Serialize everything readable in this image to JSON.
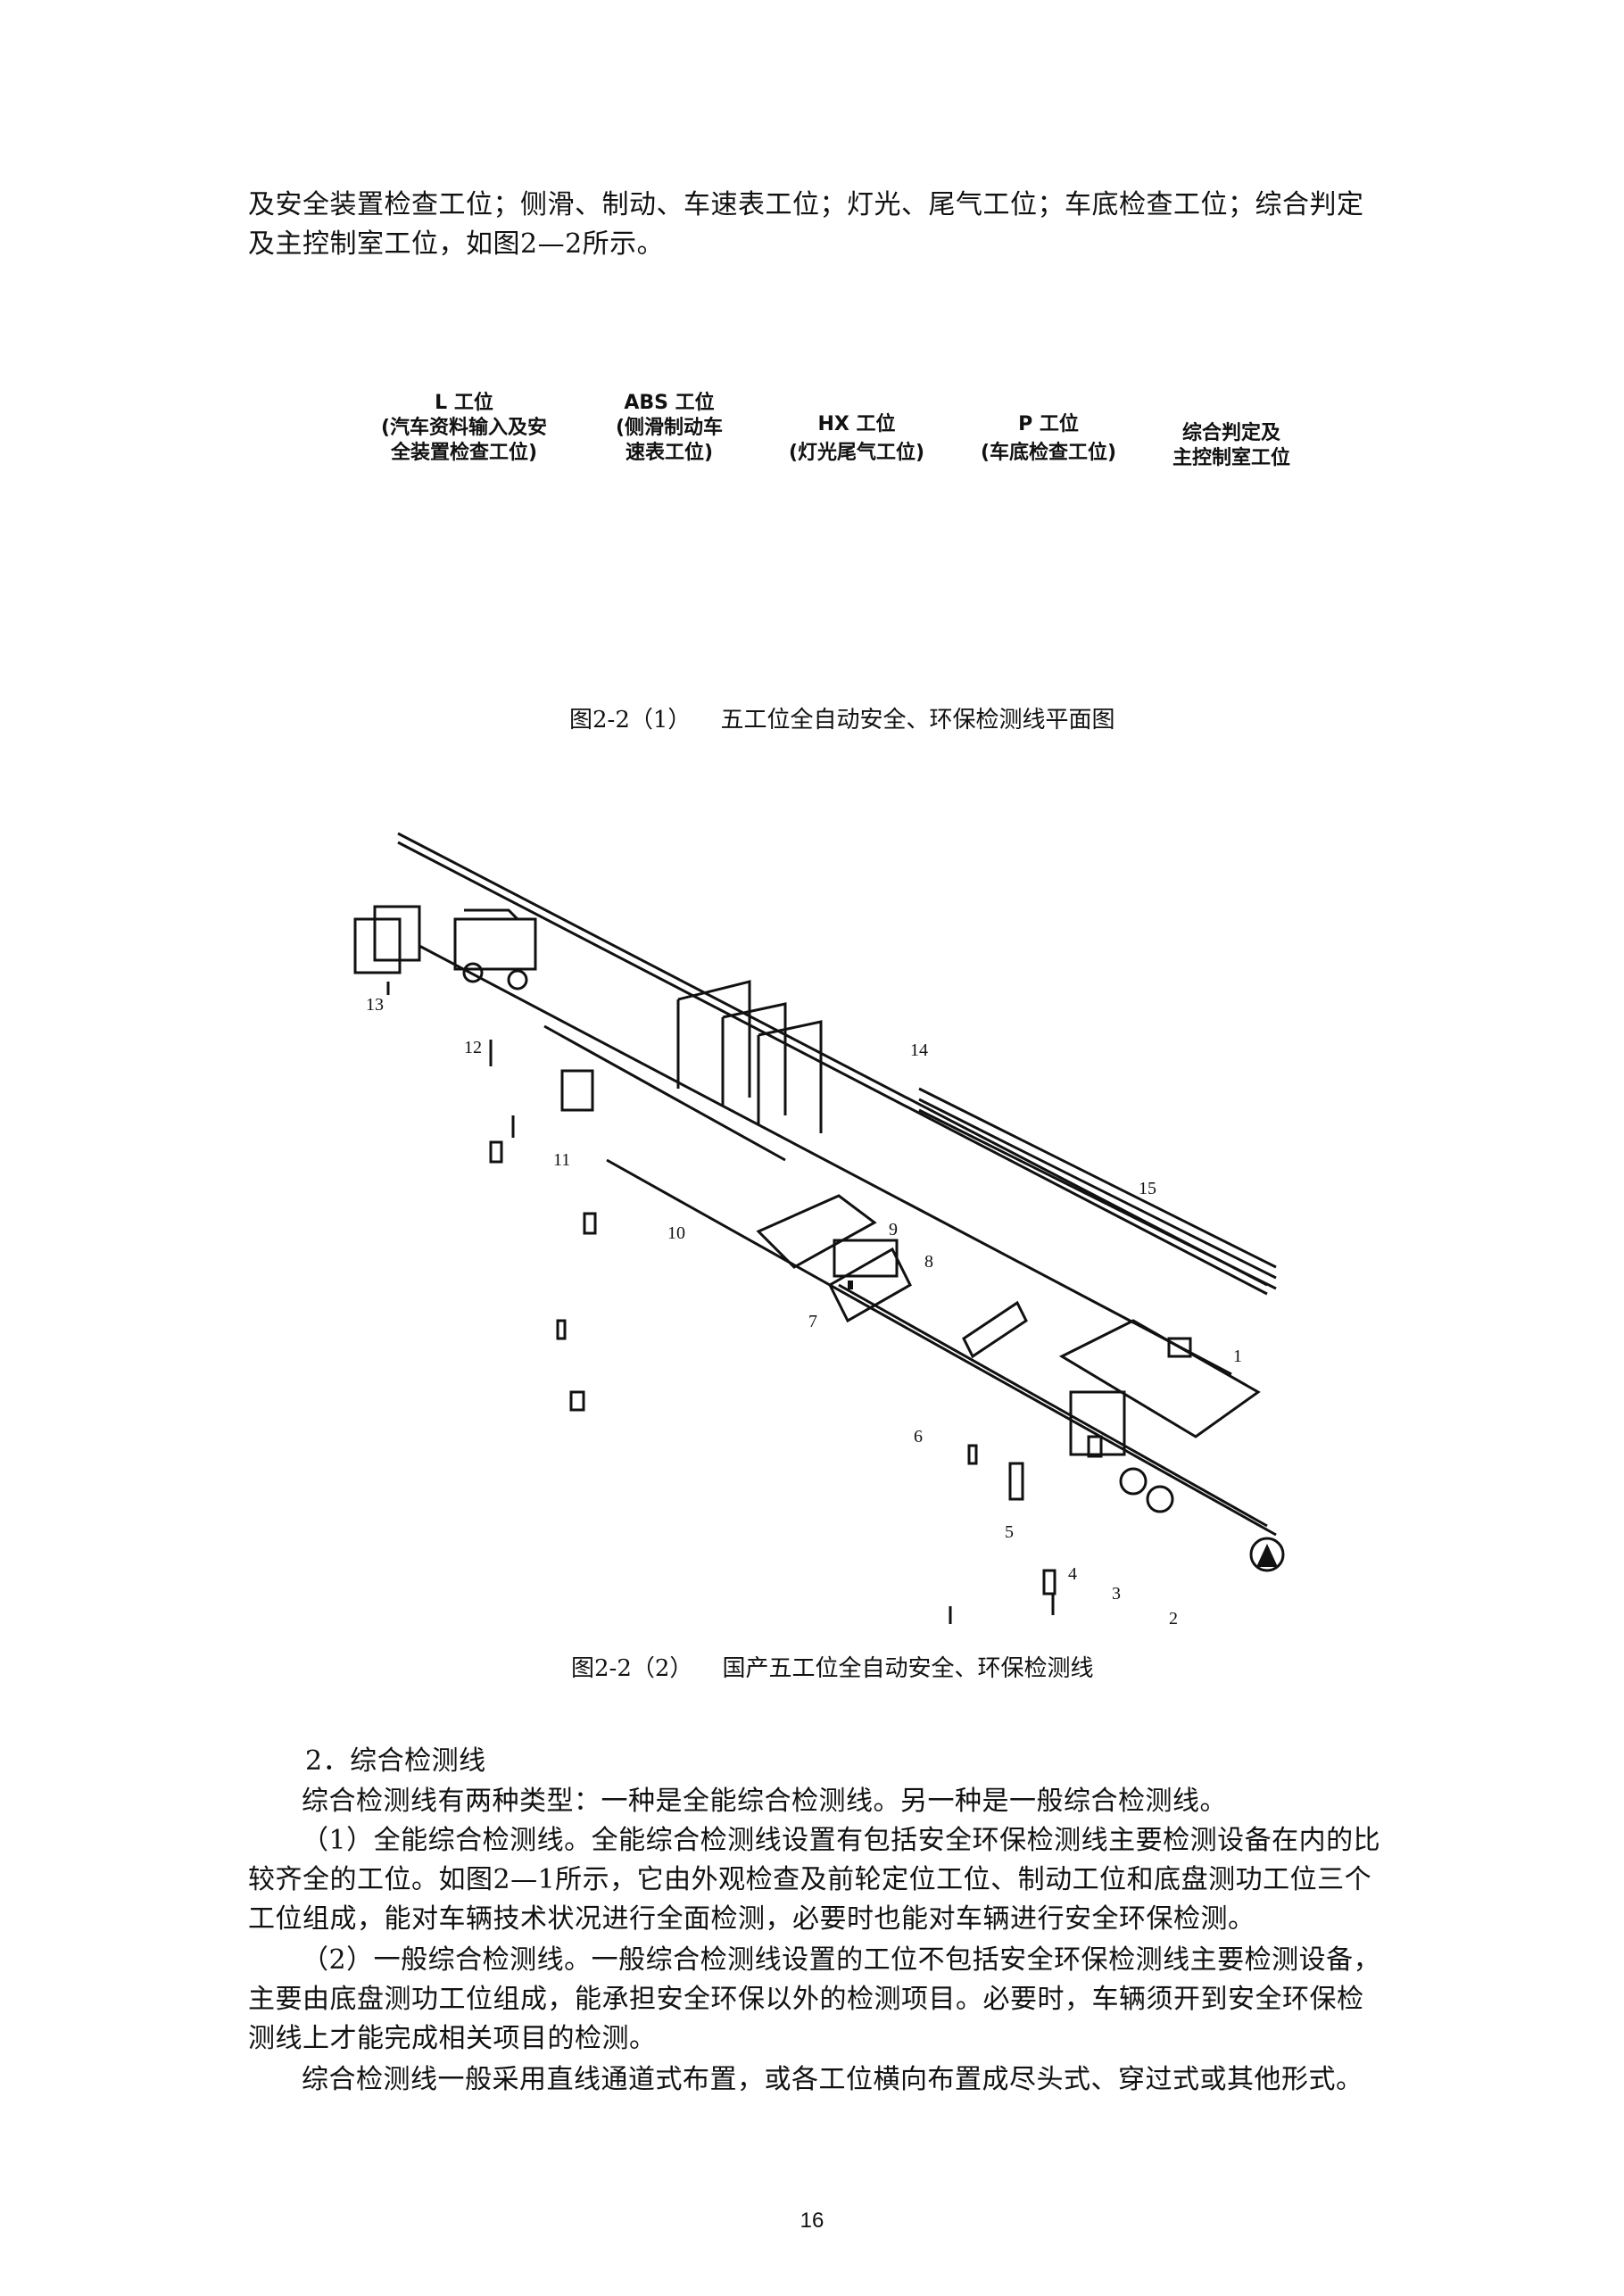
{
  "intro_text": "及安全装置检查工位；侧滑、制动、车速表工位；灯光、尾气工位；车底检查工位；综合判定及主控制室工位，如图2—2所示。",
  "figure1": {
    "stations": [
      {
        "code": "L 工位",
        "line1": "(汽车资料输入及安",
        "line2": "全装置检查工位)"
      },
      {
        "code": "ABS 工位",
        "line1": "(侧滑制动车",
        "line2": "速表工位)"
      },
      {
        "code": "HX 工位",
        "line1": "(灯光尾气工位)",
        "line2": ""
      },
      {
        "code": "P 工位",
        "line1": "(车底检查工位)",
        "line2": ""
      },
      {
        "code": "综合判定及",
        "line1": "主控制室工位",
        "line2": ""
      }
    ],
    "caption": "图2-2（1）    五工位全自动安全、环保检测线平面图"
  },
  "figure2": {
    "labels": [
      "1",
      "2",
      "3",
      "4",
      "5",
      "6",
      "7",
      "8",
      "9",
      "10",
      "11",
      "12",
      "13",
      "14",
      "15"
    ],
    "caption": "图2-2（2）    国产五工位全自动安全、环保检测线"
  },
  "section_heading": "2．综合检测线",
  "paragraphs": [
    "综合检测线有两种类型：一种是全能综合检测线。另一种是一般综合检测线。",
    "（1）全能综合检测线。全能综合检测线设置有包括安全环保检测线主要检测设备在内的比较齐全的工位。如图2—1所示，它由外观检查及前轮定位工位、制动工位和底盘测功工位三个工位组成，能对车辆技术状况进行全面检测，必要时也能对车辆进行安全环保检测。",
    "（2）一般综合检测线。一般综合检测线设置的工位不包括安全环保检测线主要检测设备，主要由底盘测功工位组成，能承担安全环保以外的检测项目。必要时，车辆须开到安全环保检测线上才能完成相关项目的检测。",
    "综合检测线一般采用直线通道式布置，或各工位横向布置成尽头式、穿过式或其他形式。"
  ],
  "page_number": "16"
}
